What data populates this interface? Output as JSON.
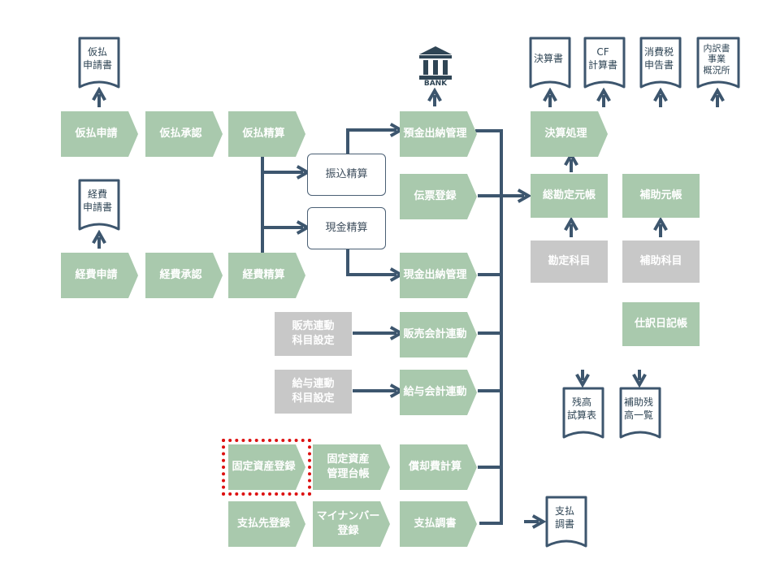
{
  "colors": {
    "node_green": "#a9c9ad",
    "node_gray": "#c8c8c8",
    "connector": "#3d566e",
    "highlight": "#dd1111"
  },
  "nodes": {
    "karibarai_shinsei": "仮払申請",
    "karibarai_shonin": "仮払承認",
    "karibarai_seisan": "仮払精算",
    "keihi_shinsei": "経費申請",
    "keihi_shonin": "経費承認",
    "keihi_seisan": "経費精算",
    "furikomi_seisan": "振込精算",
    "genkin_seisan": "現金精算",
    "yokin_suito": "預金出納管理",
    "denpyo_toroku": "伝票登録",
    "genkin_suito": "現金出納管理",
    "hanbai_renkei_l1": "販売連動",
    "hanbai_renkei_l2": "科目設定",
    "hanbai_kaikei": "販売会計連動",
    "kyuyo_renkei_l1": "給与連動",
    "kyuyo_renkei_l2": "科目設定",
    "kyuyo_kaikei": "給与会計連動",
    "kotei_toroku": "固定資産登録",
    "kotei_daicho_l1": "固定資産",
    "kotei_daicho_l2": "管理台帳",
    "shokyaku": "償却費計算",
    "shiharaisaki": "支払先登録",
    "mynumber_l1": "マイナンバー",
    "mynumber_l2": "登録",
    "shiharai_chosho": "支払調書",
    "kessan_shori": "決算処理",
    "sokanjo": "総勘定元帳",
    "hojo_motocho": "補助元帳",
    "kanjo_kamoku": "勘定科目",
    "hojo_kamoku": "補助科目",
    "shiwake": "仕訳日記帳"
  },
  "docs": {
    "karibarai": [
      "仮払",
      "申請書"
    ],
    "keihi": [
      "経費",
      "申請書"
    ],
    "kessansho": [
      "決算書"
    ],
    "cf": [
      "CF",
      "計算書"
    ],
    "shohizei": [
      "消費税",
      "申告書"
    ],
    "uchiwake": [
      "内訳書",
      "事業",
      "概況所"
    ],
    "zandaka": [
      "残高",
      "試算表"
    ],
    "hojo_zan": [
      "補助残",
      "高一覧"
    ],
    "chosho": [
      "支払",
      "調書"
    ]
  },
  "bank": {
    "label": "BANK"
  }
}
